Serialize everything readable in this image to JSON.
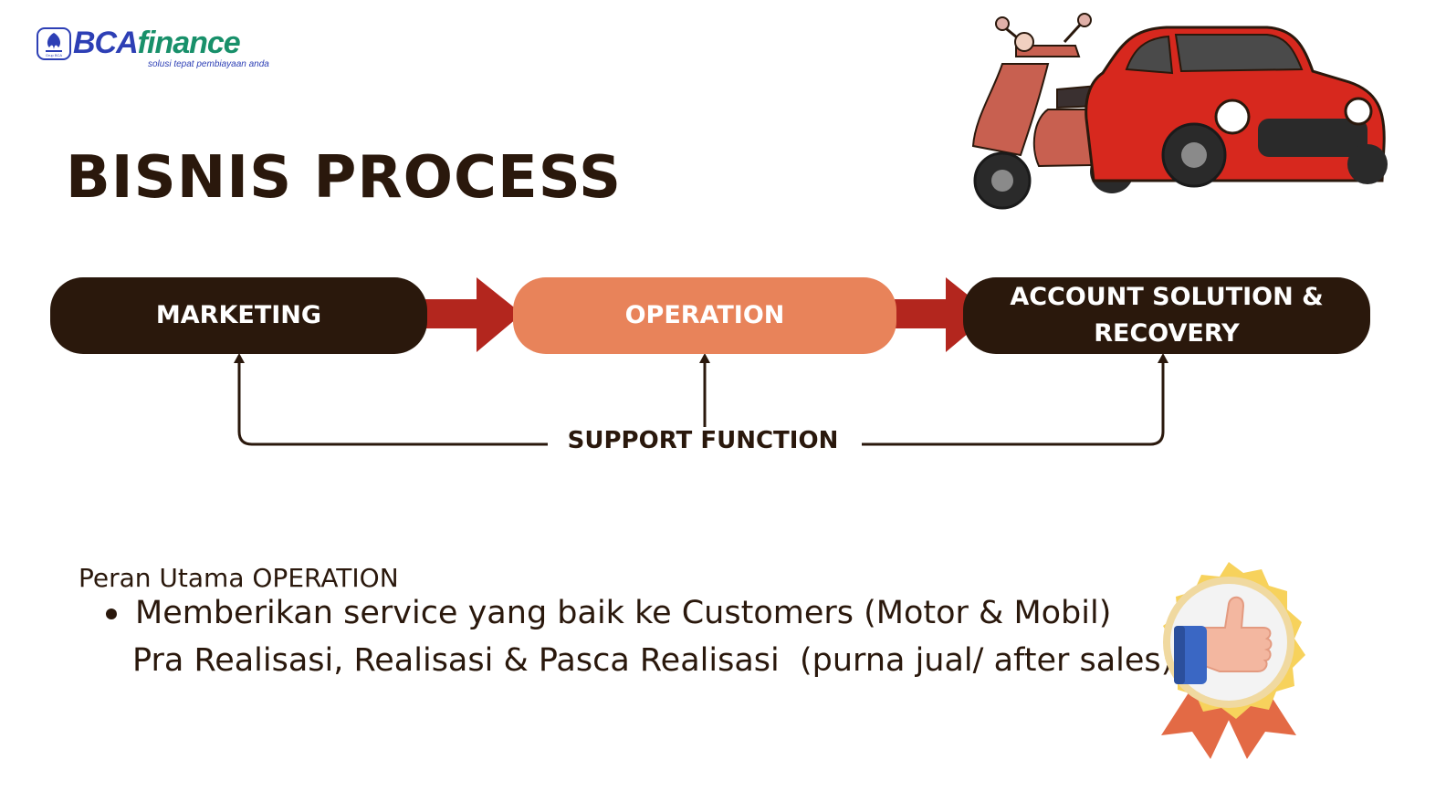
{
  "logo": {
    "brand_bca": "BCA",
    "brand_finance": "finance",
    "tagline": "solusi tepat pembiayaan anda",
    "emblem_label": "Grup BCA"
  },
  "page": {
    "title": "BISNIS PROCESS"
  },
  "flow": {
    "marketing": "MARKETING",
    "operation": "OPERATION",
    "account_line1": "ACCOUNT SOLUTION &",
    "account_line2": "RECOVERY",
    "support": "SUPPORT FUNCTION"
  },
  "section": {
    "heading": "Peran Utama OPERATION",
    "bullet_line1": "Memberikan service yang baik ke Customers (Motor & Mobil)",
    "bullet_line2": "Pra Realisasi, Realisasi & Pasca Realisasi  (purna jual/ after sales)"
  },
  "colors": {
    "dark": "#2a180c",
    "orange": "#e8835a",
    "arrow_red": "#b3261e",
    "brand_blue": "#2d3fb5",
    "brand_green": "#18906a"
  },
  "icons": {
    "vehicles": "scooter-and-car-illustration",
    "badge": "thumbs-up-award-badge-icon"
  }
}
